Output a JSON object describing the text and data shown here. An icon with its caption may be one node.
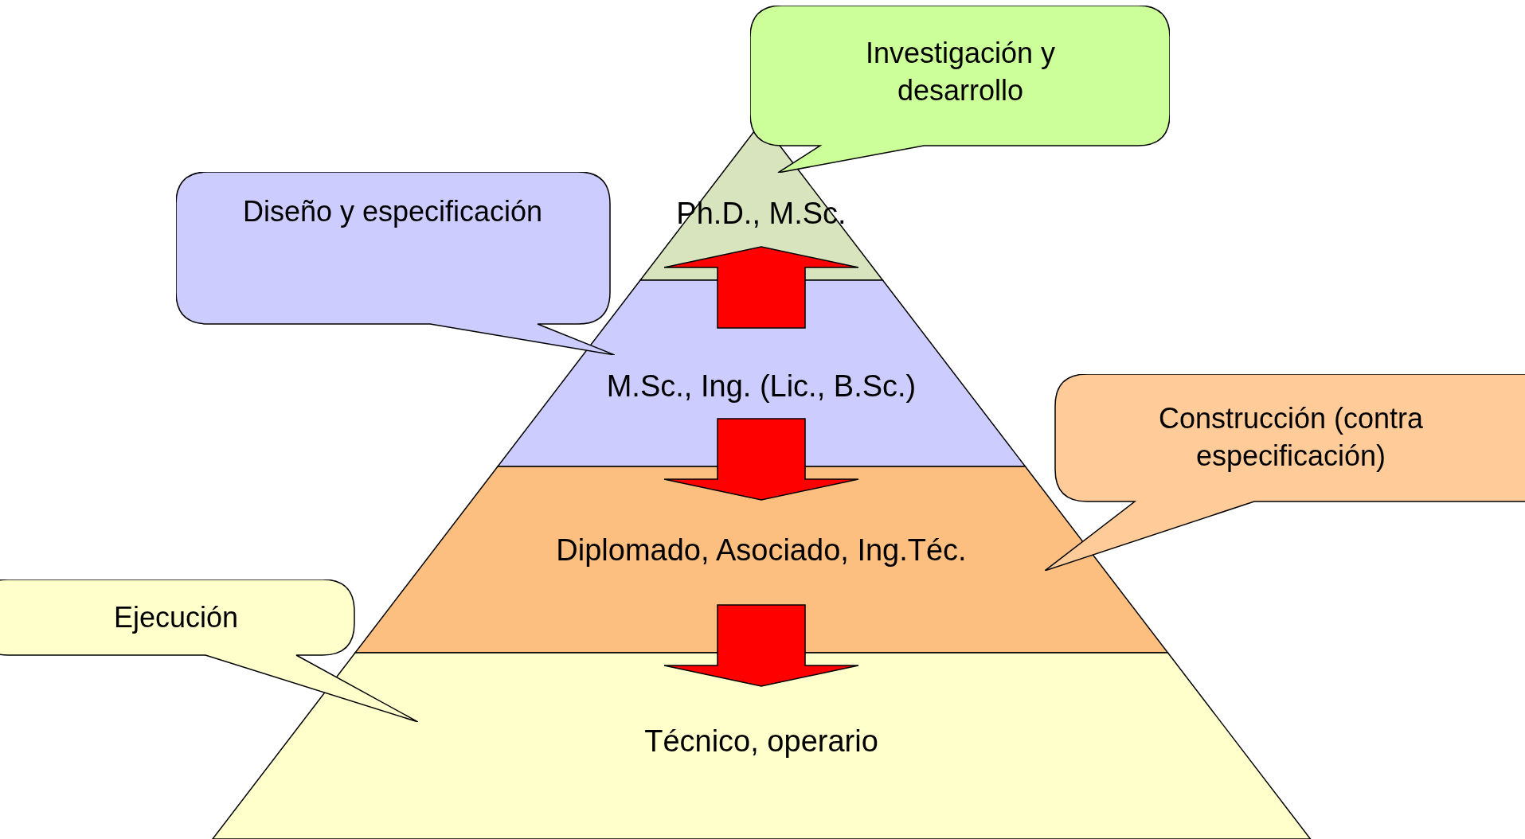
{
  "diagram": {
    "nodes": [
      {
        "text": [
          "Ph.D., M.Sc."
        ]
      },
      {
        "text": [
          "M.Sc., Ing. (Lic., B.Sc.)"
        ]
      },
      {
        "text": [
          "Diplomado, Asociado, Ing.Téc."
        ]
      },
      {
        "text": [
          "Técnico, operario"
        ]
      },
      {
        "text": [
          "Investigación y desarrollo"
        ]
      },
      {
        "text": [
          "Diseño y especificación"
        ]
      },
      {
        "text": [
          "Construcción (contra especificación)"
        ]
      },
      {
        "text": [
          "Ejecución"
        ]
      }
    ],
    "edges": [
      {
        "from": 1,
        "to": 0,
        "arrow": "to",
        "color": "#ff0000"
      },
      {
        "from": 1,
        "to": 2,
        "arrow": "to",
        "color": "#ff0000"
      },
      {
        "from": 2,
        "to": 3,
        "arrow": "to",
        "color": "#ff0000"
      }
    ]
  }
}
